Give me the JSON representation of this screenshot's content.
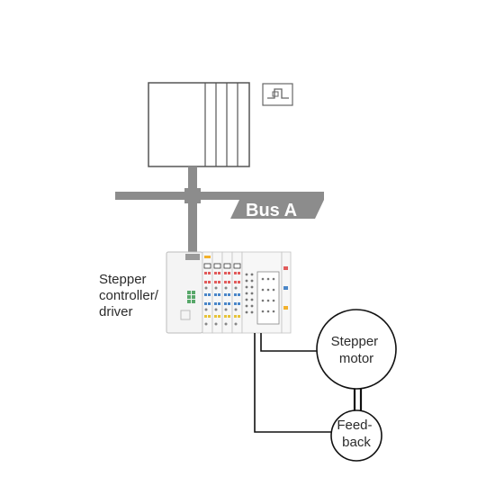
{
  "bus": {
    "label": "Bus A"
  },
  "controller": {
    "label_lines": [
      "Stepper",
      "controller/",
      "driver"
    ]
  },
  "motor": {
    "label_lines": [
      "Stepper",
      "motor"
    ]
  },
  "feedback": {
    "label_lines": [
      "Feed-",
      "back"
    ]
  },
  "colors": {
    "bus": "#8c8c8c",
    "line": "#111111",
    "device_outline": "#555555",
    "text": "#2b2b2b",
    "bus_text": "#ffffff"
  }
}
